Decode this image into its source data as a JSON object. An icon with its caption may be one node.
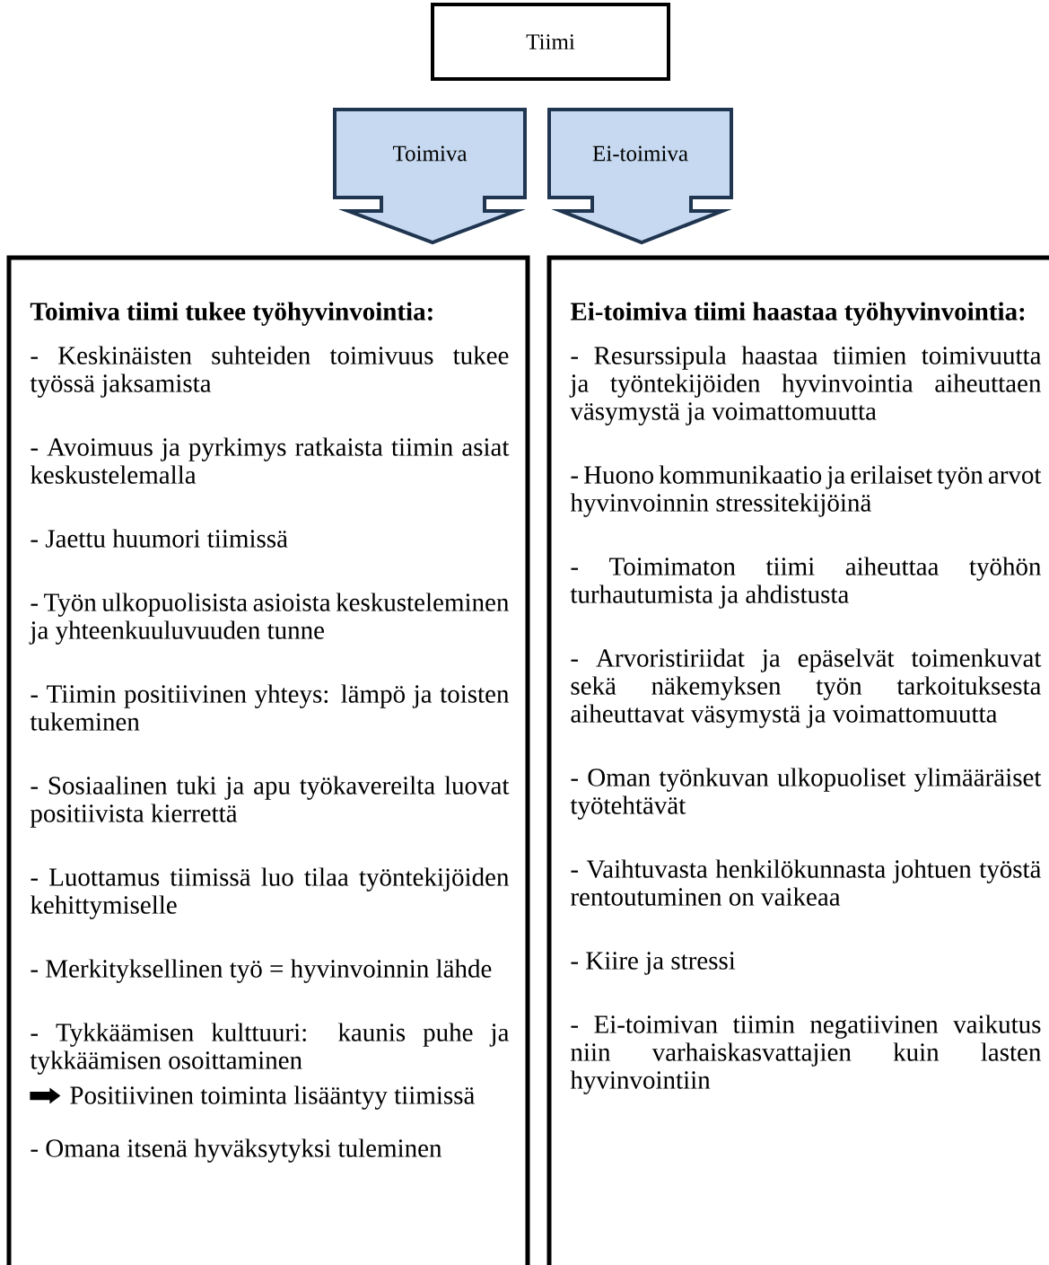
{
  "diagram": {
    "nodes": [
      {
        "text": [
          "Tiimi"
        ]
      },
      {
        "text": [
          "Toimiva"
        ]
      },
      {
        "text": [
          "Ei-toimiva"
        ]
      },
      {
        "text": [
          "Toimiva tiimi tukee työhyvinvointia:",
          "- Keskinäisten suhteiden toimivuus tukee työssä jaksamista",
          "- Avoimuus ja pyrkimys ratkaista tiimin asiat keskustelemalla",
          "- Jaettu huumori tiimissä",
          "- Työn ulkopuolisista asioista keskusteleminen ja yhteenkuuluvuuden tunne",
          "- Tiimin positiivinen yhteys: lämpö ja toisten tukeminen",
          "- Sosiaalinen tuki ja apu työkavereilta luovat positiivista kierrettä",
          "- Luottamus tiimissä luo tilaa työntekijöiden kehittymiselle",
          "- Merkityksellinen työ = hyvinvoinnin lähde",
          "- Tykkäämisen kulttuuri: kaunis puhe ja tykkäämisen osoittaminen",
          "Positiivinen toiminta lisääntyy tiimissä",
          "- Omana itsenä hyväksytyksi tuleminen"
        ]
      },
      {
        "text": [
          "Ei-toimiva tiimi haastaa työhyvinvointia:",
          "- Resurssipula haastaa tiimien toimivuutta ja työntekijöiden hyvinvointia aiheuttaen väsymystä ja voimattomuutta",
          "- Huono kommunikaatio ja erilaiset työn arvot hyvinvoinnin stressitekijöinä",
          "- Toimimaton tiimi aiheuttaa työhön turhautumista ja ahdistusta",
          "- Arvoristiriidat ja epäselvät toimenkuvat sekä näkemyksen työn tarkoituksesta aiheuttavat väsymystä ja voimattomuutta",
          "- Oman työnkuvan ulkopuoliset ylimääräiset työtehtävät",
          "- Vaihtuvasta henkilökunnasta johtuen työstä rentoutuminen on vaikeaa",
          "- Kiire ja stressi",
          "- Ei-toimivan tiimin negatiivinen vaikutus niin varhaiskasvattajien kuin lasten hyvinvointiin"
        ]
      }
    ]
  }
}
